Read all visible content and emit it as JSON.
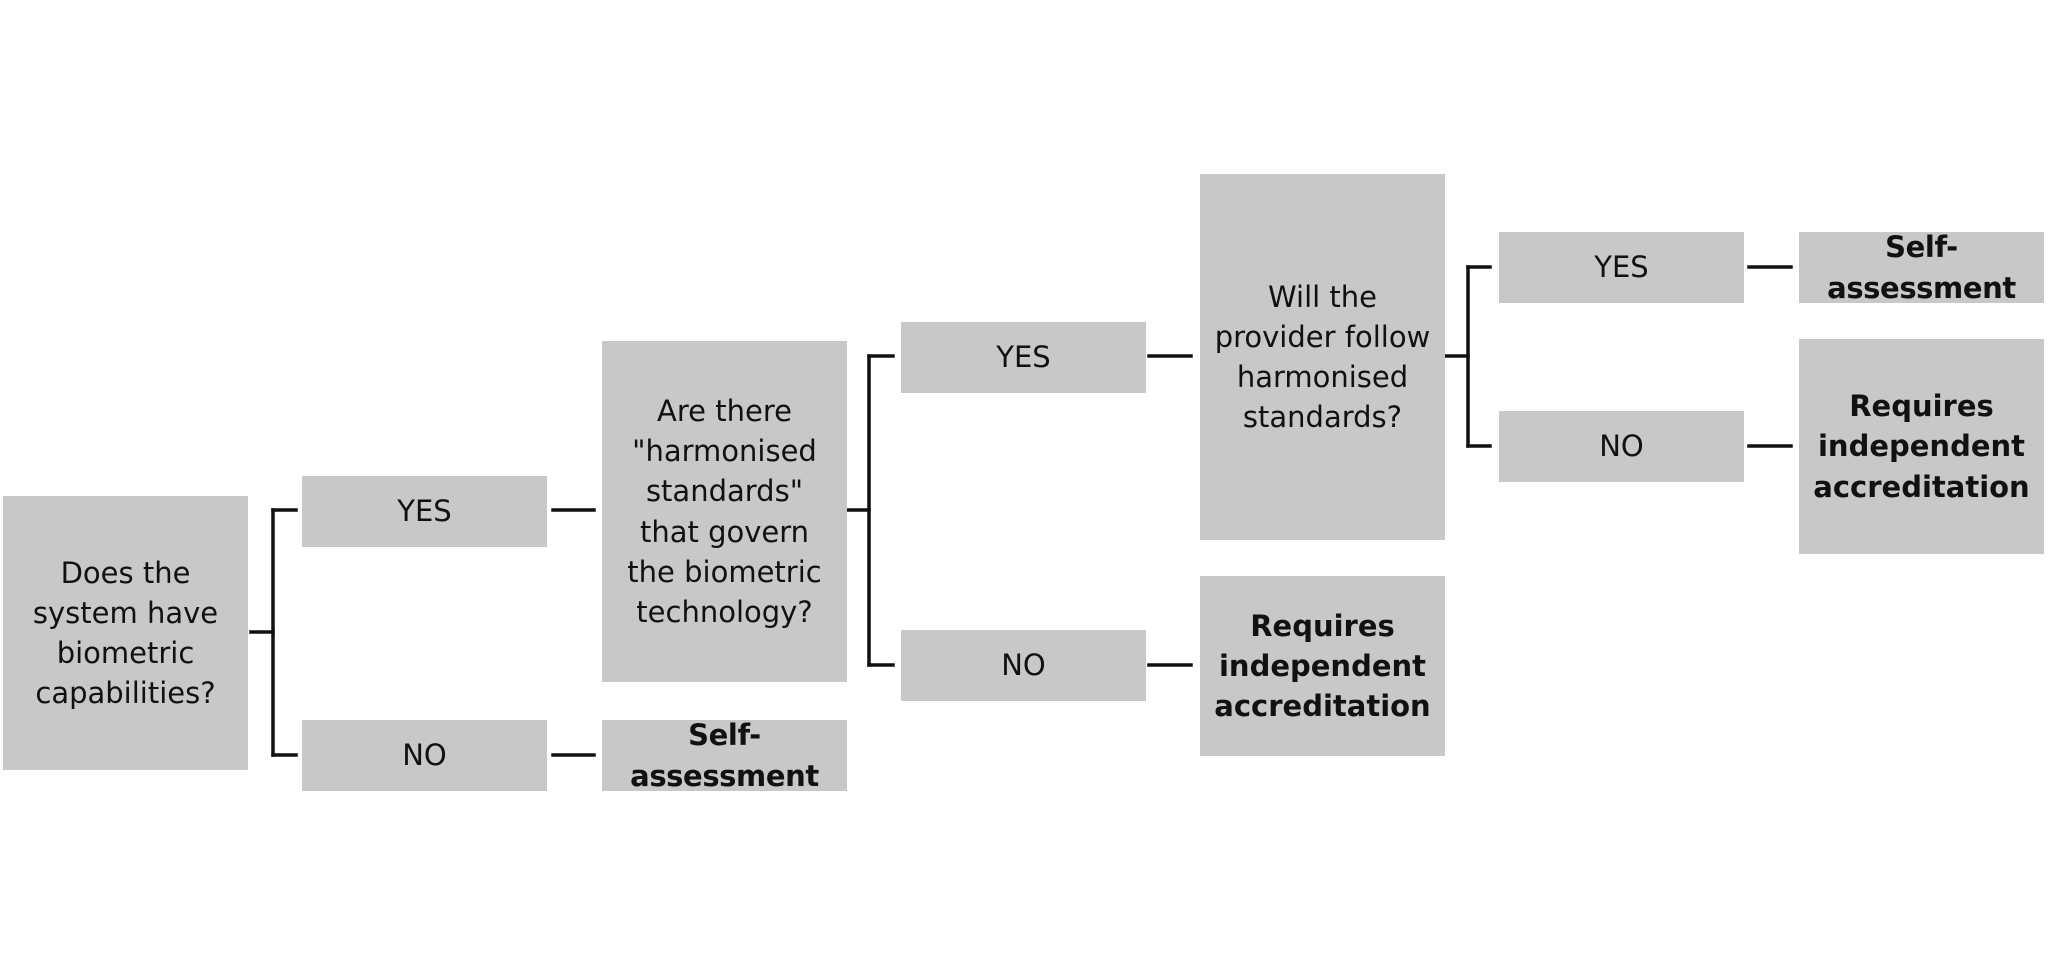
{
  "q1": {
    "text": "Does the system have biometric capabilities?"
  },
  "q1_yes": {
    "text": "YES"
  },
  "q1_no": {
    "text": "NO"
  },
  "q1_no_outcome": {
    "text": "Self-assessment"
  },
  "q2": {
    "text": "Are there \"harmonised standards\" that govern the biometric technology?"
  },
  "q2_yes": {
    "text": "YES"
  },
  "q2_no": {
    "text": "NO"
  },
  "q2_no_outcome": {
    "text": "Requires independent accreditation"
  },
  "q3": {
    "text": "Will the provider follow harmonised standards?"
  },
  "q3_yes": {
    "text": "YES"
  },
  "q3_no": {
    "text": "NO"
  },
  "q3_yes_outcome": {
    "text": "Self-assessment"
  },
  "q3_no_outcome": {
    "text": "Requires independent accreditation"
  }
}
